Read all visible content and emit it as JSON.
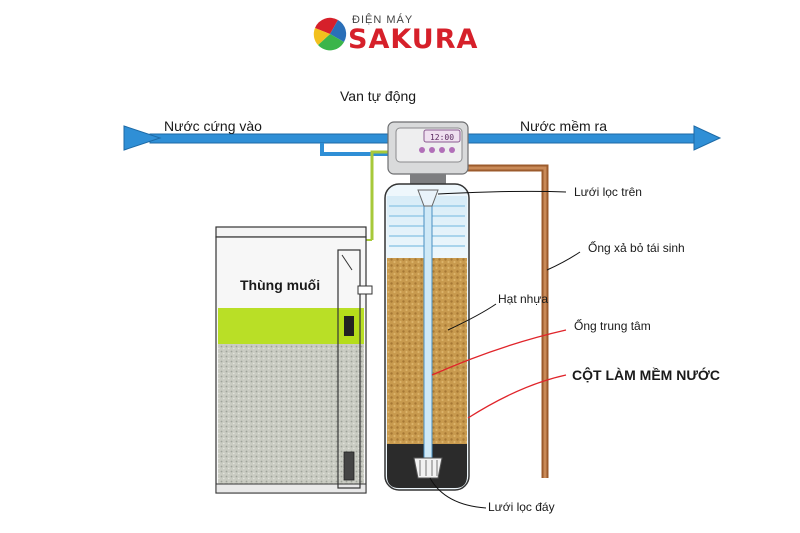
{
  "brand": {
    "small": "ĐIỆN MÁY",
    "big": "SAKURA",
    "colors": {
      "red": "#d6202a",
      "blue": "#2a6fb8",
      "yellow": "#f2c01e",
      "green": "#3bb54a"
    }
  },
  "labels": {
    "valve": "Van tự động",
    "hard_water_in": "Nước cứng vào",
    "soft_water_out": "Nước mềm ra",
    "salt_tank": "Thùng muối",
    "top_strainer": "Lưới lọc trên",
    "drain_pipe": "Ống xả bỏ tái sinh",
    "resin": "Hạt nhựa",
    "center_pipe": "Ống trung tâm",
    "softener_column": "CỘT LÀM MỀM NƯỚC",
    "bottom_strainer": "Lưới lọc đáy"
  },
  "valve_display": "12:00",
  "colors": {
    "pipe": "#2f8fd6",
    "brine": "#b5dd1a",
    "resin": "#c89a4e",
    "drain": "#9c5b2c",
    "pointer": "#e0242a"
  }
}
